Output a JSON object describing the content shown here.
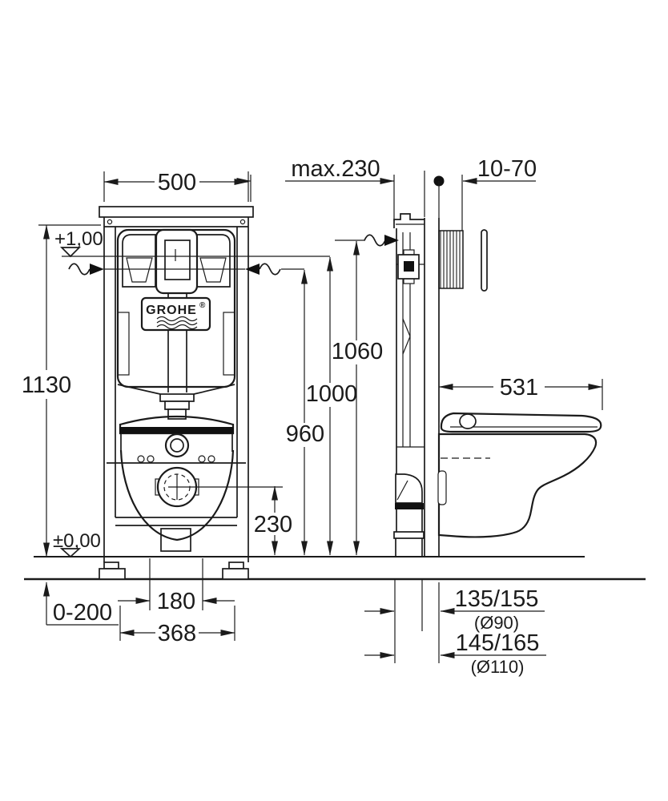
{
  "brand": {
    "name": "GROHE",
    "registered": "®"
  },
  "colors": {
    "line": "#1b1b1b",
    "background": "#ffffff"
  },
  "front_view": {
    "width": "500",
    "height": "1130",
    "level_top": "+1,00",
    "level_zero": "±0,00",
    "outlet_center_height": "230",
    "bolt_spacing": "180",
    "outer_width": "368",
    "floor_buildup": "0-200"
  },
  "side_view": {
    "max_depth": "max.230",
    "wall_finish_range": "10-70",
    "supply_height": "1060",
    "actuation_height": "1000",
    "inlet_height": "960",
    "bowl_depth": "531",
    "outlet_offset_90": "135/155",
    "outlet_pipe_90": "(Ø90)",
    "outlet_offset_110": "145/165",
    "outlet_pipe_110": "(Ø110)"
  }
}
